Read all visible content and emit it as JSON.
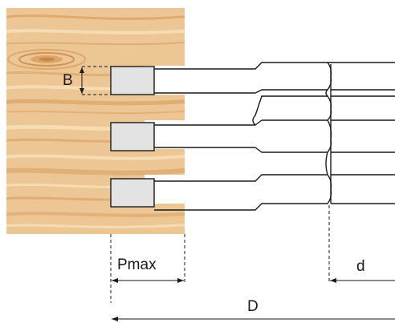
{
  "labels": {
    "b": "B",
    "pmax": "Pmax",
    "d": "d",
    "D": "D"
  },
  "colors": {
    "wood_base": "#edc695",
    "wood_grain_dark": "#d79e5c",
    "wood_grain_light": "#f6dcb3",
    "knot": "#c9874a",
    "cutter_tip": "#e3e3e3",
    "line": "#1a1a1a"
  }
}
